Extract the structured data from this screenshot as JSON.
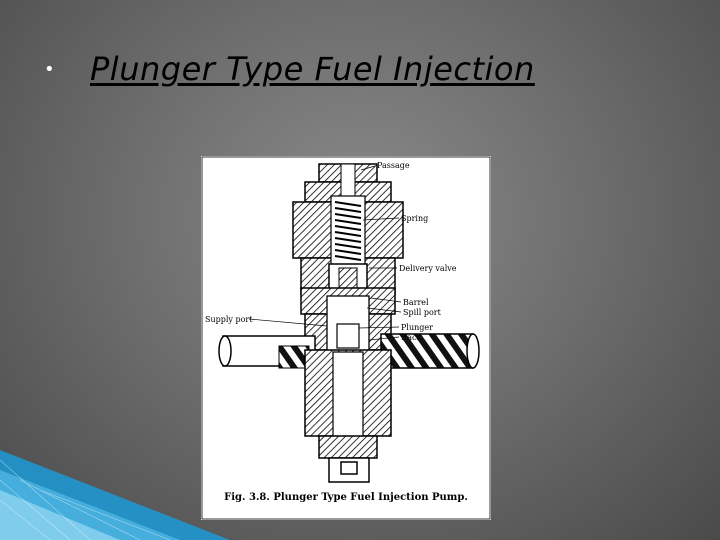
{
  "slide": {
    "bullet": "•",
    "title": "Plunger Type Fuel Injection",
    "colors": {
      "background": "#6e6e6e",
      "title": "#000000",
      "bullet": "#ffffff",
      "accent": "#1c9ad6"
    }
  },
  "figure": {
    "labels": {
      "passage": "Passage",
      "spring": "Spring",
      "delivery_valve": "Delivery valve",
      "barrel": "Barrel",
      "spill_port": "Spill port",
      "supply_port": "Supply port",
      "plunger": "Plunger",
      "rack": "Rack"
    },
    "caption": "Fig. 3.8. Plunger Type Fuel Injection Pump."
  }
}
